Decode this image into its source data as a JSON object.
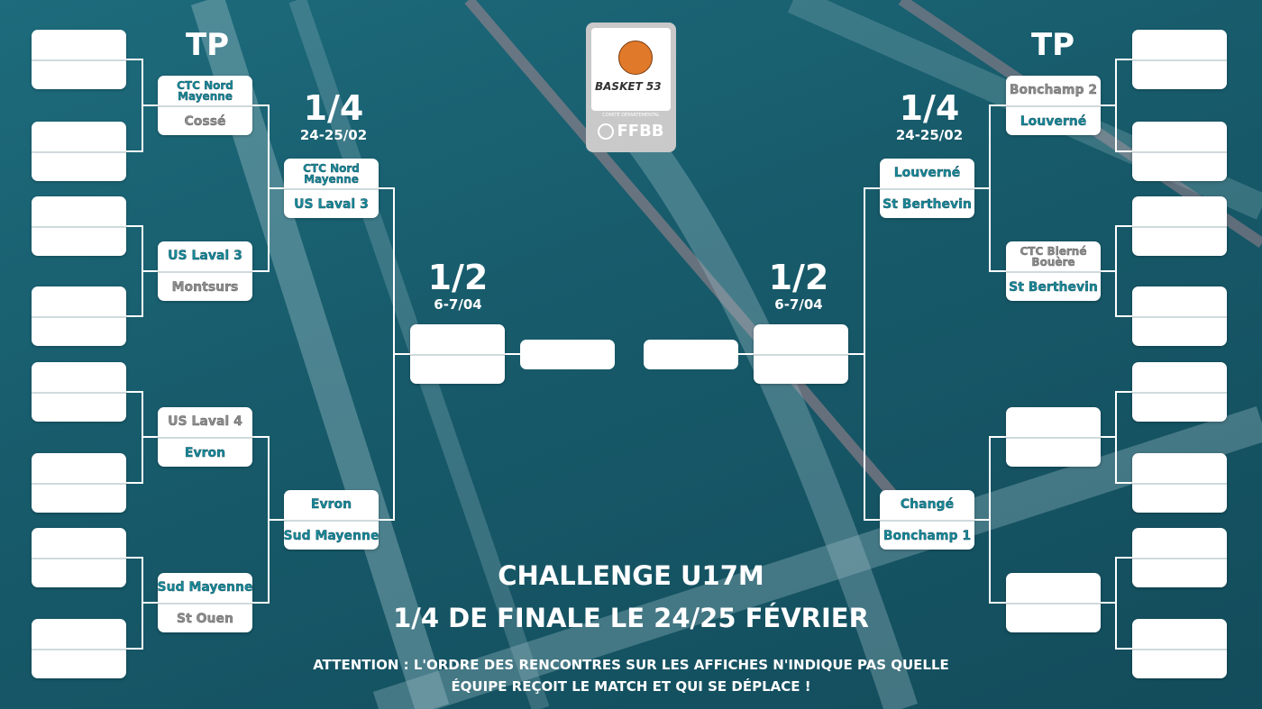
{
  "headings": {
    "left_tp": "TP",
    "right_tp": "TP",
    "left_qf": "1/4",
    "left_qf_date": "24-25/02",
    "right_qf": "1/4",
    "right_qf_date": "24-25/02",
    "left_sf": "1/2",
    "left_sf_date": "6-7/04",
    "right_sf": "1/2",
    "right_sf_date": "6-7/04"
  },
  "logo": {
    "brand": "BASKET 53",
    "subtitle": "COMITÉ DÉPARTEMENTAL",
    "federation": "FFBB"
  },
  "colors": {
    "background": "#175a6a",
    "advanced": "#18899a",
    "eliminated": "#8e8e8e"
  },
  "bracket": {
    "left": {
      "round1": [
        [
          "",
          ""
        ],
        [
          "",
          ""
        ],
        [
          "",
          ""
        ],
        [
          "",
          ""
        ],
        [
          "",
          ""
        ],
        [
          "",
          ""
        ],
        [
          "",
          ""
        ],
        [
          "",
          ""
        ]
      ],
      "round2": [
        [
          {
            "team": "CTC Nord Mayenne",
            "advanced": true
          },
          {
            "team": "Cossé",
            "advanced": false
          }
        ],
        [
          {
            "team": "US Laval 3",
            "advanced": true
          },
          {
            "team": "Montsurs",
            "advanced": false
          }
        ],
        [
          {
            "team": "US Laval 4",
            "advanced": false
          },
          {
            "team": "Evron",
            "advanced": true
          }
        ],
        [
          {
            "team": "Sud Mayenne",
            "advanced": true
          },
          {
            "team": "St Ouen",
            "advanced": false
          }
        ]
      ],
      "quarter": [
        [
          {
            "team": "CTC Nord Mayenne",
            "advanced": true
          },
          {
            "team": "US Laval 3",
            "advanced": true
          }
        ],
        [
          {
            "team": "Evron",
            "advanced": true
          },
          {
            "team": "Sud Mayenne",
            "advanced": true
          }
        ]
      ],
      "semi": [
        [
          "",
          ""
        ]
      ],
      "final": ""
    },
    "right": {
      "round1": [
        [
          "",
          ""
        ],
        [
          "",
          ""
        ],
        [
          "",
          ""
        ],
        [
          "",
          ""
        ],
        [
          "",
          ""
        ],
        [
          "",
          ""
        ],
        [
          "",
          ""
        ],
        [
          "",
          ""
        ]
      ],
      "round2": [
        [
          {
            "team": "Bonchamp 2",
            "advanced": false
          },
          {
            "team": "Louverné",
            "advanced": true
          }
        ],
        [
          {
            "team": "CTC Bierné Bouère",
            "advanced": false
          },
          {
            "team": "St Berthevin",
            "advanced": true
          }
        ],
        [
          {
            "team": "",
            "advanced": false
          },
          {
            "team": "",
            "advanced": false
          }
        ],
        [
          {
            "team": "",
            "advanced": false
          },
          {
            "team": "",
            "advanced": false
          }
        ]
      ],
      "quarter": [
        [
          {
            "team": "Louverné",
            "advanced": true
          },
          {
            "team": "St Berthevin",
            "advanced": true
          }
        ],
        [
          {
            "team": "Changé",
            "advanced": true
          },
          {
            "team": "Bonchamp 1",
            "advanced": true
          }
        ]
      ],
      "semi": [
        [
          "",
          ""
        ]
      ],
      "final": ""
    }
  },
  "footer": {
    "title": "CHALLENGE U17M",
    "subtitle": "1/4 DE FINALE LE 24/25 FÉVRIER",
    "notice_line1": "ATTENTION : L'ORDRE DES RENCONTRES SUR LES AFFICHES N'INDIQUE PAS QUELLE",
    "notice_line2": "ÉQUIPE REÇOIT LE MATCH ET QUI SE DÉPLACE !"
  }
}
